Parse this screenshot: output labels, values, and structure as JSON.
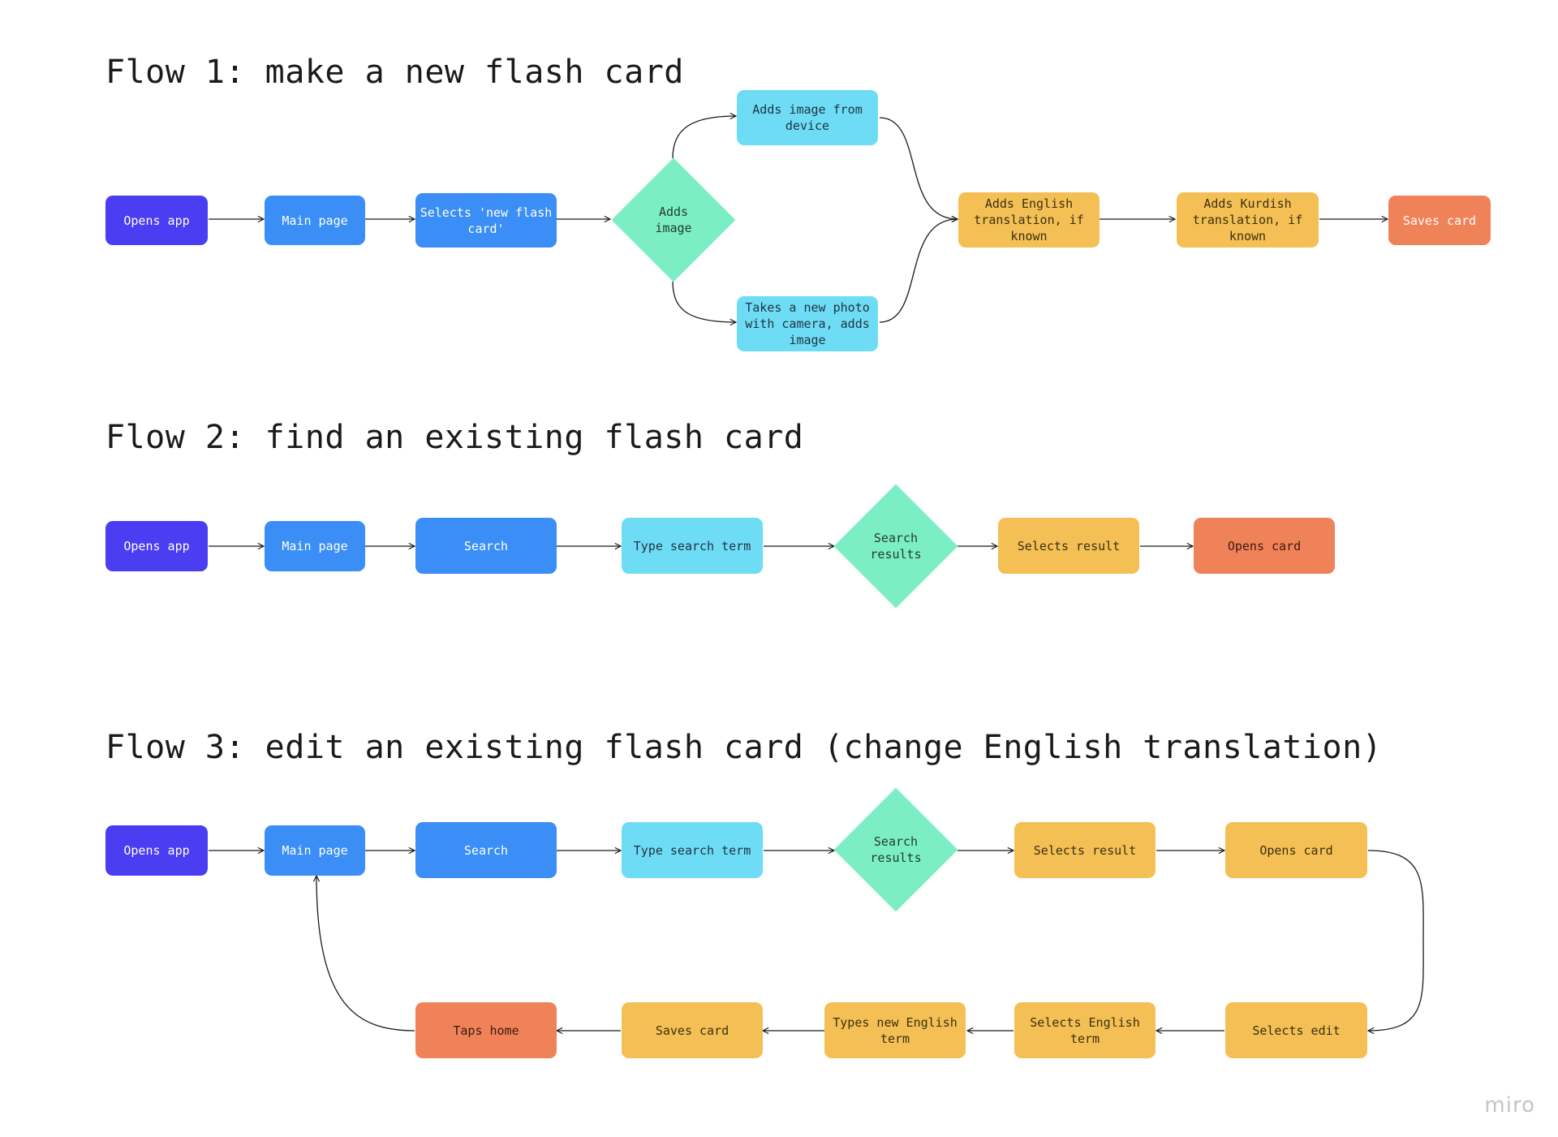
{
  "titles": {
    "flow1": "Flow 1: make a new flash card",
    "flow2": "Flow 2: find an existing flash card",
    "flow3": "Flow 3: edit an existing flash card (change English translation)"
  },
  "flow1": {
    "opens_app": "Opens app",
    "main_page": "Main page",
    "selects_new": "Selects 'new flash card'",
    "adds_image": "Adds image",
    "from_device": "Adds image from device",
    "new_photo": "Takes a new photo with camera, adds image",
    "adds_english": "Adds English translation, if known",
    "adds_kurdish": "Adds Kurdish translation, if known",
    "saves_card": "Saves card"
  },
  "flow2": {
    "opens_app": "Opens app",
    "main_page": "Main page",
    "search": "Search",
    "type_term": "Type search term",
    "search_results": "Search results",
    "selects_result": "Selects result",
    "opens_card": "Opens card"
  },
  "flow3": {
    "opens_app": "Opens app",
    "main_page": "Main page",
    "search": "Search",
    "type_term": "Type search term",
    "search_results": "Search results",
    "selects_result": "Selects result",
    "opens_card": "Opens card",
    "selects_edit": "Selects edit",
    "selects_english": "Selects English term",
    "types_english": "Types new English term",
    "saves_card": "Saves card",
    "taps_home": "Taps home"
  },
  "watermark": "miro",
  "colors": {
    "start": "#4a3df2",
    "page": "#3a8ef6",
    "action": "#6fdcf6",
    "decision": "#7ceec4",
    "input": "#f4c055",
    "end": "#f0825a"
  }
}
